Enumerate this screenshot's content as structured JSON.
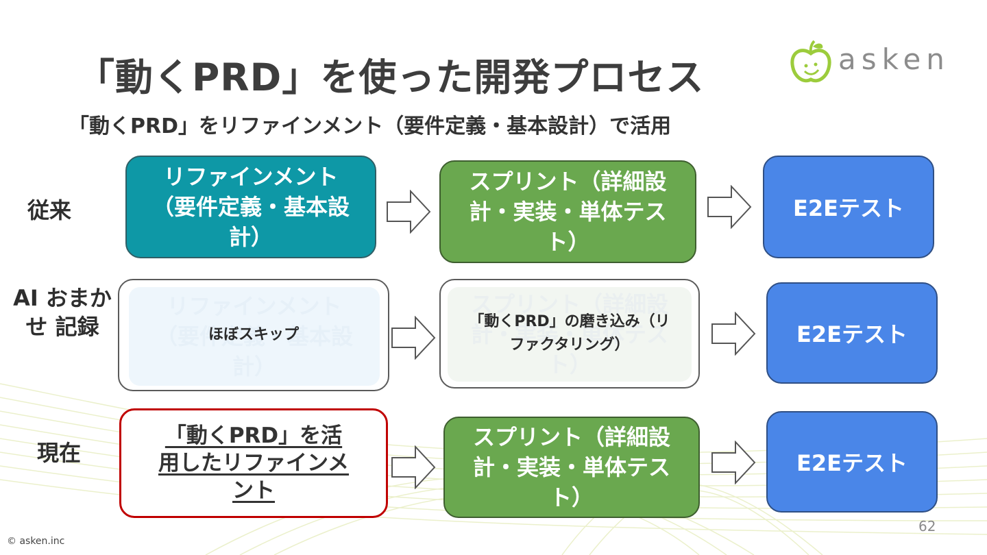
{
  "slide": {
    "title": "「動くPRD」を使った開発プロセス",
    "subtitle": "「動くPRD」をリファインメント（要件定義・基本設計）で活用",
    "page_number": "62",
    "copyright": "© asken.inc"
  },
  "logo": {
    "text": "asken",
    "icon": "apple-logo-icon"
  },
  "rows": {
    "traditional": {
      "label": "従来",
      "step1": "リファインメント（要件定義・基本設計）",
      "step2": "スプリント（詳細設計・実装・単体テスト）",
      "step3": "E2Eテスト"
    },
    "ai": {
      "label": "AI おまかせ 記録",
      "step1_ghost": "リファインメント（要件定義・基本設計）",
      "step1": "ほぼスキップ",
      "step2_ghost": "スプリント（詳細設計・実装・単体テスト）",
      "step2": "「動くPRD」の磨き込み（リファクタリング）",
      "step3": "E2Eテスト"
    },
    "current": {
      "label": "現在",
      "step1": "「動くPRD」を活用したリファインメント",
      "step2": "スプリント（詳細設計・実装・単体テスト）",
      "step3": "E2Eテスト"
    }
  },
  "colors": {
    "teal": "#0e98a6",
    "green": "#6aa84f",
    "blue": "#4a86e8",
    "highlight_border": "#c00000"
  },
  "icons": [
    "apple-logo-icon",
    "right-arrow-icon"
  ]
}
